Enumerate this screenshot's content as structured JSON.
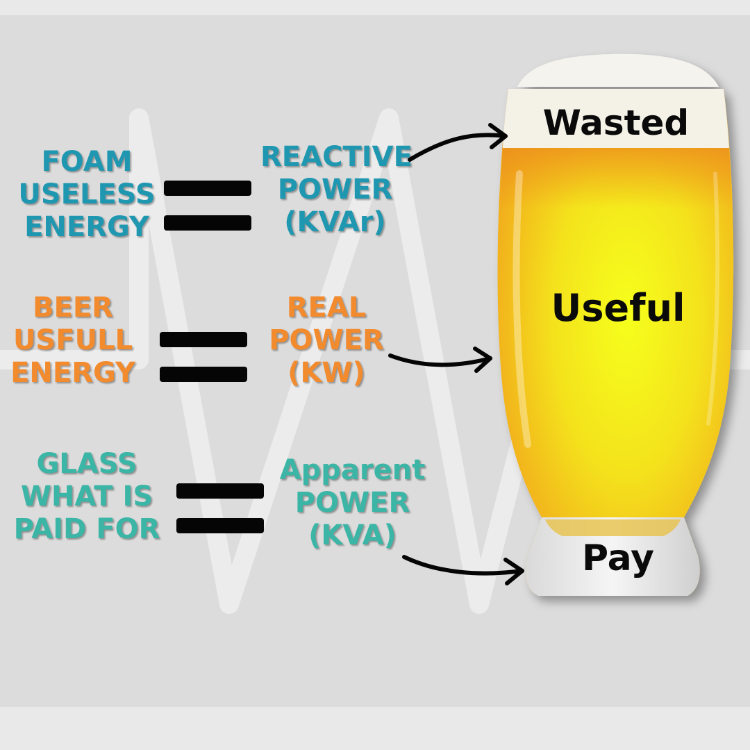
{
  "left": {
    "foam": [
      "FOAM",
      "USELESS",
      "ENERGY"
    ],
    "beer": [
      "BEER",
      "USFULL",
      "ENERGY"
    ],
    "glass": [
      "GLASS",
      "WHAT IS",
      "PAID FOR"
    ]
  },
  "right": {
    "reactive": [
      "REACTIVE",
      "POWER",
      "(KVAr)"
    ],
    "real": [
      "REAL",
      "POWER",
      "(KW)"
    ],
    "apparent": [
      "Apparent",
      "POWER",
      "(KVA)"
    ]
  },
  "glass_labels": {
    "wasted": "Wasted",
    "useful": "Useful",
    "pay": "Pay"
  },
  "colors": {
    "teal": "#1f97b0",
    "orange": "#f28a2e",
    "green": "#3bb5a5",
    "background": "#dcdcdc"
  }
}
